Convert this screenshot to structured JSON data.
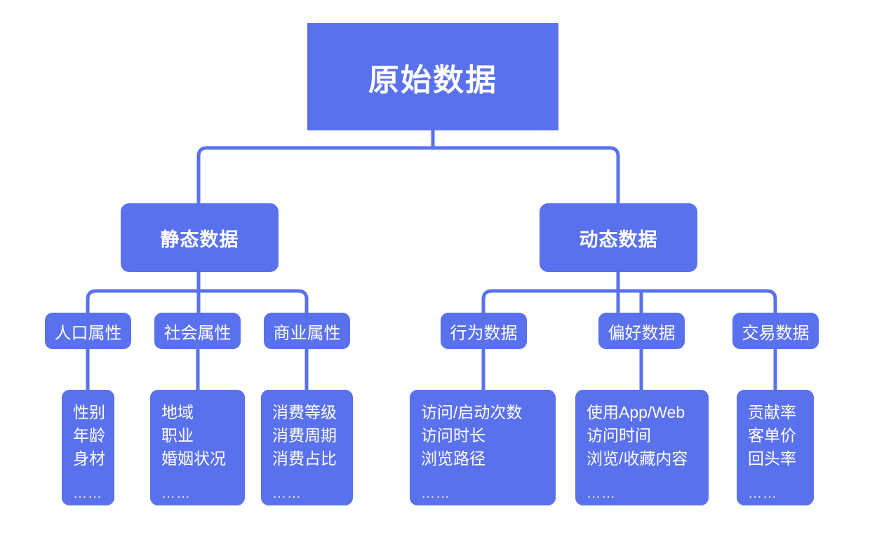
{
  "theme": {
    "node_fill": "#5a71ee",
    "connector_color": "#5a71ee",
    "text_color": "#ffffff",
    "background": "#ffffff",
    "ellipsis_color": "#e9ecfd"
  },
  "diagram": {
    "title": "原始数据",
    "type": "tree",
    "root": {
      "label": "原始数据"
    },
    "branches": [
      {
        "label": "静态数据",
        "children": [
          {
            "label": "人口属性",
            "items": [
              "性别",
              "年龄",
              "身材"
            ],
            "ellipsis": "……"
          },
          {
            "label": "社会属性",
            "items": [
              "地域",
              "职业",
              "婚姻状况"
            ],
            "ellipsis": "……"
          },
          {
            "label": "商业属性",
            "items": [
              "消费等级",
              "消费周期",
              "消费占比"
            ],
            "ellipsis": "……"
          }
        ]
      },
      {
        "label": "动态数据",
        "children": [
          {
            "label": "行为数据",
            "items": [
              "访问/启动次数",
              "访问时长",
              "浏览路径"
            ],
            "ellipsis": "……"
          },
          {
            "label": "偏好数据",
            "items": [
              "使用App/Web",
              "访问时间",
              "浏览/收藏内容"
            ],
            "ellipsis": "……"
          },
          {
            "label": "交易数据",
            "items": [
              "贡献率",
              "客单价",
              "回头率"
            ],
            "ellipsis": "……"
          }
        ]
      }
    ]
  }
}
